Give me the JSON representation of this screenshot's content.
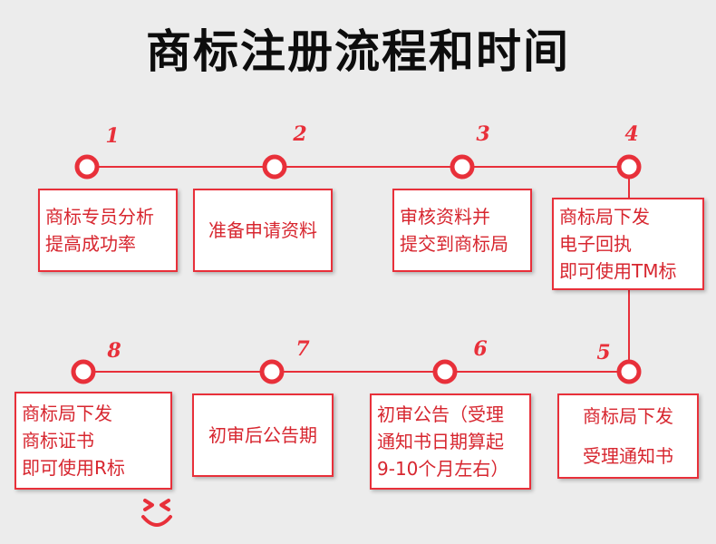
{
  "title": "商标注册流程和时间",
  "steps": [
    {
      "num": "1",
      "lines": [
        "商标专员分析",
        "提高成功率"
      ]
    },
    {
      "num": "2",
      "lines": [
        "准备申请资料"
      ]
    },
    {
      "num": "3",
      "lines": [
        "审核资料并",
        "提交到商标局"
      ]
    },
    {
      "num": "4",
      "lines": [
        "商标局下发",
        "电子回执",
        "即可使用TM标"
      ]
    },
    {
      "num": "5",
      "lines": [
        "商标局下发",
        "受理通知书"
      ]
    },
    {
      "num": "6",
      "lines": [
        "初审公告（受理",
        "通知书日期算起",
        "9-10个月左右）"
      ]
    },
    {
      "num": "7",
      "lines": [
        "初审后公告期"
      ]
    },
    {
      "num": "8",
      "lines": [
        "商标局下发",
        "商标证书",
        "即可使用R标"
      ]
    }
  ],
  "colors": {
    "accent": "#e8303a",
    "background": "#ececec",
    "title": "#0d0d0d"
  },
  "decoration": "smiley-icon"
}
